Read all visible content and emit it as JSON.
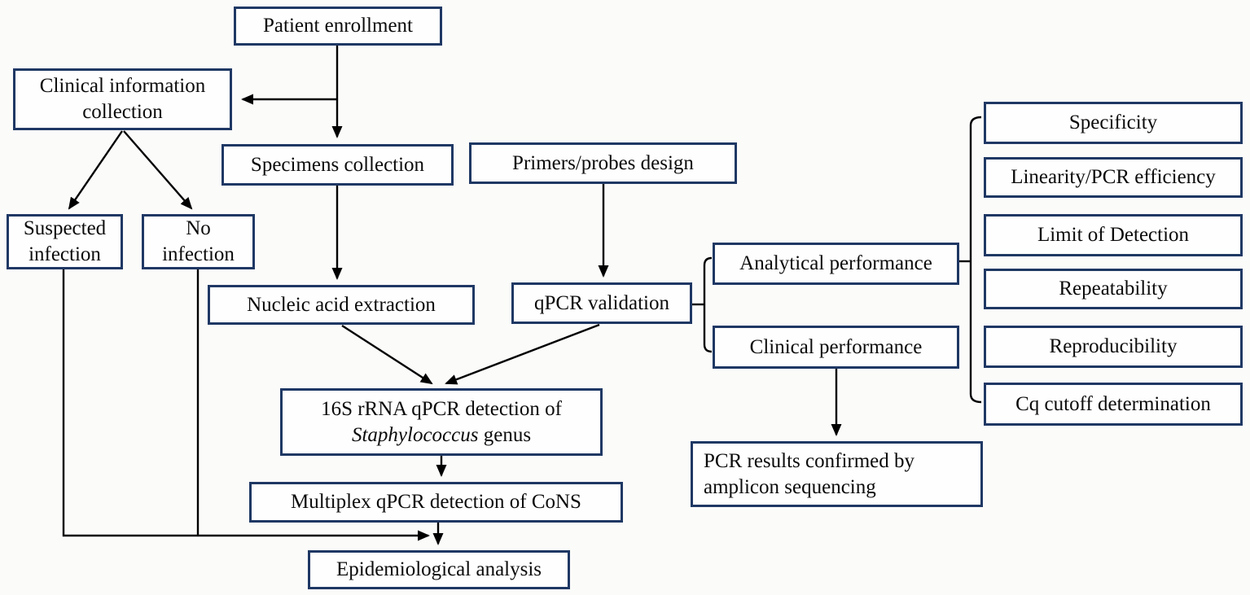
{
  "figure": {
    "type": "flowchart",
    "colors": {
      "box_border": "#1f3864",
      "line": "#000000",
      "text": "#0b0b0b",
      "background": "#fbfbfa"
    }
  },
  "nodes": {
    "patient_enrollment": {
      "label": "Patient enrollment"
    },
    "clinical_info": {
      "lines": [
        "Clinical information",
        "collection"
      ]
    },
    "specimens_collection": {
      "label": "Specimens collection"
    },
    "primers_probes": {
      "label": "Primers/probes design"
    },
    "suspected_infection": {
      "lines": [
        "Suspected",
        "infection"
      ]
    },
    "no_infection": {
      "lines": [
        "No",
        "infection"
      ]
    },
    "nucleic_acid": {
      "label": "Nucleic acid extraction"
    },
    "qpcr_validation": {
      "label": "qPCR validation"
    },
    "analytical_performance": {
      "label": "Analytical performance"
    },
    "clinical_performance": {
      "label": "Clinical performance"
    },
    "qpcr_16s": {
      "line1": "16S rRNA qPCR detection of",
      "line2_italic": "Staphylococcus",
      "line2_rest": " genus"
    },
    "multiplex_cons": {
      "label": "Multiplex qPCR detection of CoNS"
    },
    "epidemiological": {
      "label": "Epidemiological analysis"
    },
    "pcr_results": {
      "lines": [
        "PCR results confirmed by",
        "amplicon sequencing"
      ]
    },
    "specificity": {
      "label": "Specificity"
    },
    "linearity": {
      "label": "Linearity/PCR efficiency"
    },
    "limit_of_detection": {
      "label": "Limit of Detection"
    },
    "repeatability": {
      "label": "Repeatability"
    },
    "reproducibility": {
      "label": "Reproducibility"
    },
    "cq_cutoff": {
      "label": "Cq cutoff determination"
    }
  },
  "edges": [
    {
      "from": "patient_enrollment",
      "to": "specimens_collection",
      "style": "arrow"
    },
    {
      "from": "patient_enrollment",
      "to": "clinical_info",
      "style": "arrow"
    },
    {
      "from": "clinical_info",
      "to": "suspected_infection",
      "style": "arrow"
    },
    {
      "from": "clinical_info",
      "to": "no_infection",
      "style": "arrow"
    },
    {
      "from": "suspected_infection",
      "to": "epidemiological",
      "style": "arrow"
    },
    {
      "from": "no_infection",
      "to": "epidemiological",
      "style": "line-join"
    },
    {
      "from": "specimens_collection",
      "to": "nucleic_acid",
      "style": "arrow"
    },
    {
      "from": "primers_probes",
      "to": "qpcr_validation",
      "style": "arrow"
    },
    {
      "from": "nucleic_acid",
      "to": "qpcr_16s",
      "style": "arrow"
    },
    {
      "from": "qpcr_validation",
      "to": "qpcr_16s",
      "style": "arrow"
    },
    {
      "from": "qpcr_validation",
      "to": "analytical_performance",
      "style": "bracket"
    },
    {
      "from": "qpcr_validation",
      "to": "clinical_performance",
      "style": "bracket"
    },
    {
      "from": "analytical_performance",
      "to": "specificity",
      "style": "bracket"
    },
    {
      "from": "analytical_performance",
      "to": "linearity",
      "style": "bracket"
    },
    {
      "from": "analytical_performance",
      "to": "limit_of_detection",
      "style": "bracket"
    },
    {
      "from": "analytical_performance",
      "to": "repeatability",
      "style": "bracket"
    },
    {
      "from": "analytical_performance",
      "to": "reproducibility",
      "style": "bracket"
    },
    {
      "from": "analytical_performance",
      "to": "cq_cutoff",
      "style": "bracket"
    },
    {
      "from": "clinical_performance",
      "to": "pcr_results",
      "style": "arrow"
    },
    {
      "from": "qpcr_16s",
      "to": "multiplex_cons",
      "style": "arrow"
    },
    {
      "from": "multiplex_cons",
      "to": "epidemiological",
      "style": "arrow"
    }
  ]
}
